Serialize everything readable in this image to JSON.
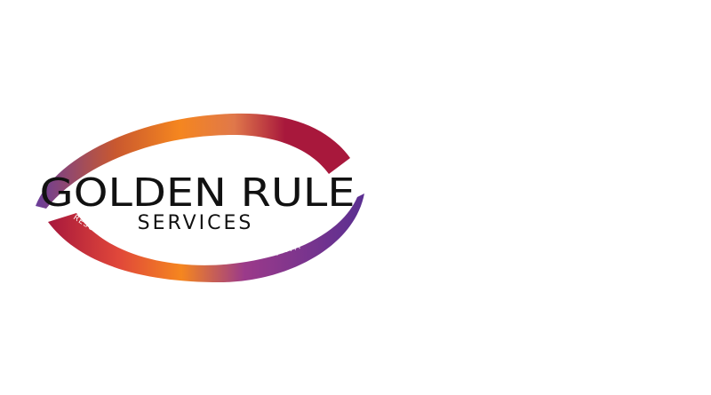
{
  "logo": {
    "name": "GOLDEN RULE",
    "subtitle": "SERVICES",
    "tagline": "RESOLVING RACIAL, HEALTH AND GENDER INEQUITITES"
  },
  "colors": {
    "background": "#ffffff",
    "text": "#111111",
    "tagline_text": "#ffffff",
    "swoosh_purple": "#6a3d9a",
    "swoosh_orange": "#f5861f",
    "swoosh_red": "#a8183c",
    "swoosh_magenta": "#b0245a"
  }
}
